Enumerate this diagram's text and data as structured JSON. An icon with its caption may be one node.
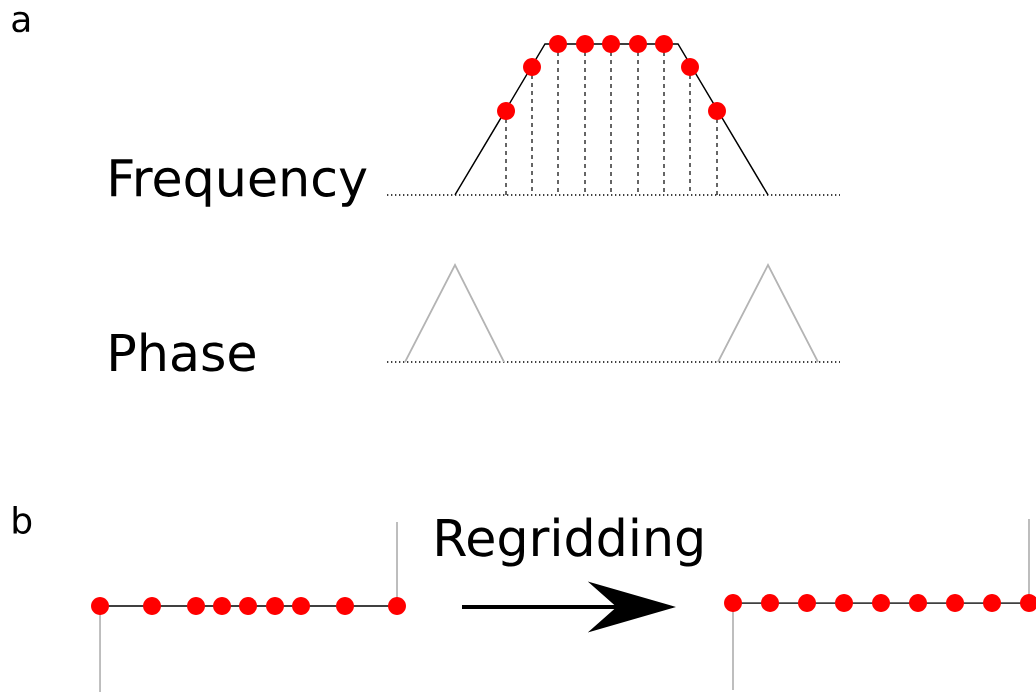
{
  "diagram": {
    "labels": [
      "a",
      "Frequency",
      "Phase",
      "b",
      "Regridding"
    ]
  }
}
